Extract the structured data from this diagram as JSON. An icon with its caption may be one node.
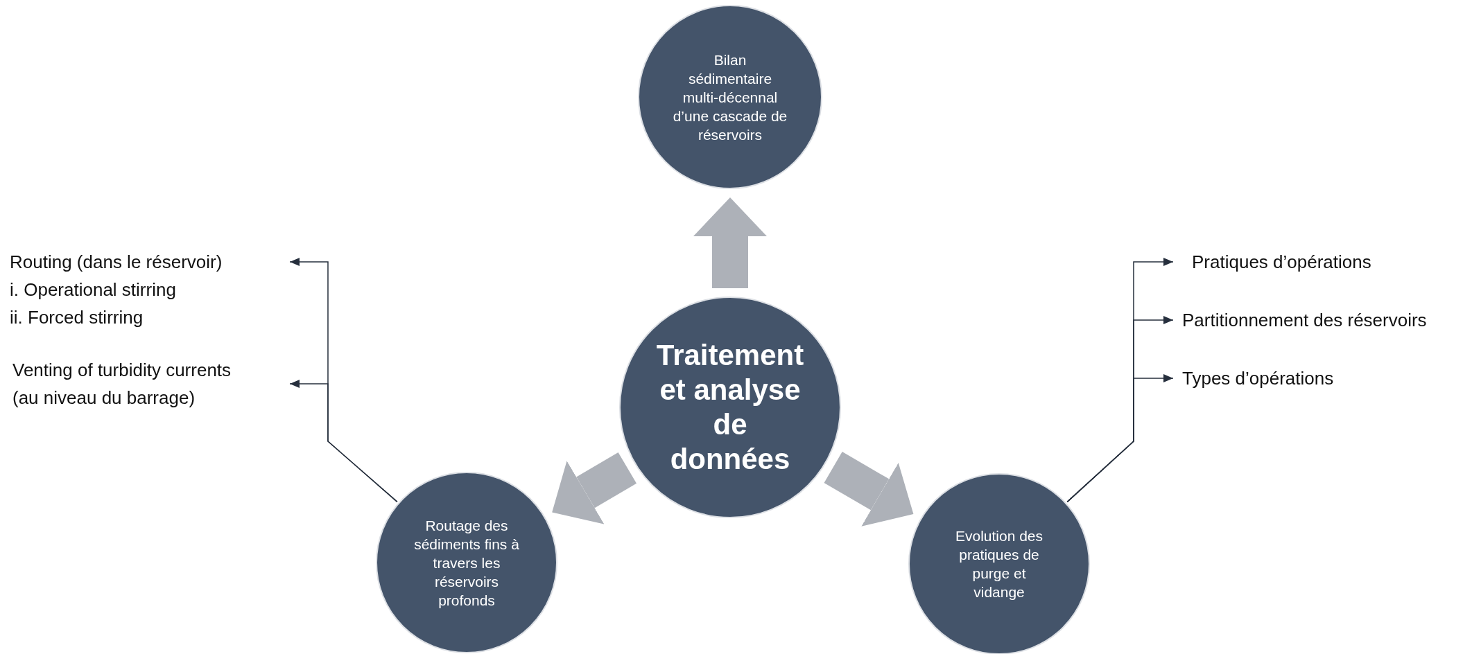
{
  "diagram": {
    "nodes": [
      {
        "text": [
          "Traitement et analyse de données"
        ]
      },
      {
        "text": [
          "Bilan sédimentaire multi-décennal d’une cascade de réservoirs"
        ]
      },
      {
        "text": [
          "Routage des sédiments fins à travers les réservoirs profonds"
        ]
      },
      {
        "text": [
          "Evolution des pratiques de purge et vidange"
        ]
      },
      {
        "text": [
          "Routing (dans le réservoir)",
          "i. Operational stirring",
          "ii. Forced stirring"
        ]
      },
      {
        "text": [
          "Venting of turbidity currents (au niveau du barrage)"
        ]
      },
      {
        "text": [
          "Pratiques d’opérations"
        ]
      },
      {
        "text": [
          "Partitionnement des réservoirs"
        ]
      },
      {
        "text": [
          "Types d’opérations"
        ]
      }
    ],
    "edges": [
      {
        "from": 0,
        "to": 1,
        "arrow": "to",
        "style": "thick",
        "color": "#adb1b8"
      },
      {
        "from": 0,
        "to": 2,
        "arrow": "to",
        "style": "thick",
        "color": "#adb1b8"
      },
      {
        "from": 0,
        "to": 3,
        "arrow": "to",
        "style": "thick",
        "color": "#adb1b8"
      },
      {
        "from": 2,
        "to": 4,
        "arrow": "to"
      },
      {
        "from": 2,
        "to": 5,
        "arrow": "to"
      },
      {
        "from": 3,
        "to": 6,
        "arrow": "to"
      },
      {
        "from": 3,
        "to": 7,
        "arrow": "to"
      },
      {
        "from": 3,
        "to": 8,
        "arrow": "to"
      }
    ]
  }
}
